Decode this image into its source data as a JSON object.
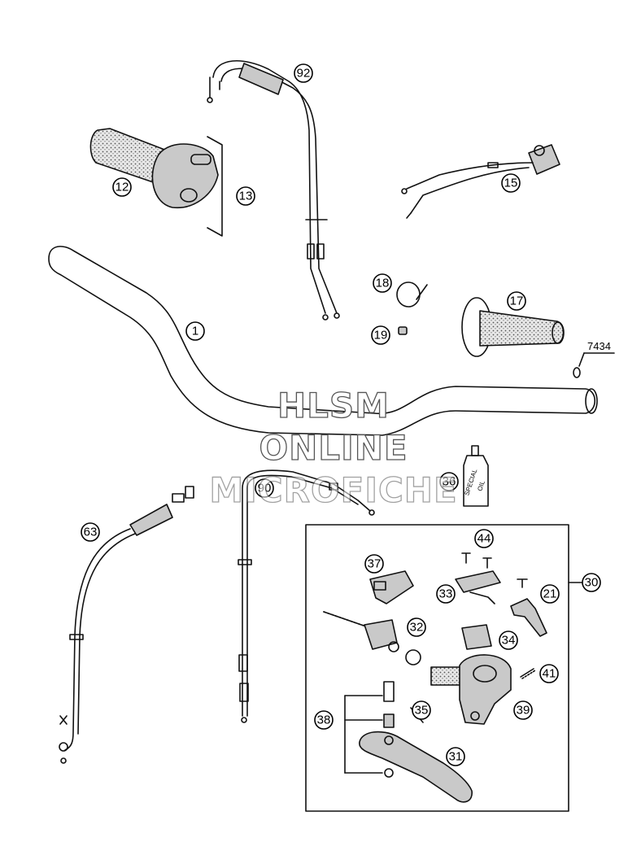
{
  "callouts": [
    "1",
    "12",
    "13",
    "15",
    "17",
    "18",
    "19",
    "21",
    "30",
    "31",
    "32",
    "33",
    "34",
    "35",
    "36",
    "37",
    "38",
    "39",
    "41",
    "44",
    "63",
    "90",
    "92"
  ],
  "reference_label": "7434",
  "watermark": [
    "HLSM",
    "ONLINE",
    "MICROFICHE"
  ],
  "bottle_label": [
    "SPECIAL",
    "OIL"
  ]
}
